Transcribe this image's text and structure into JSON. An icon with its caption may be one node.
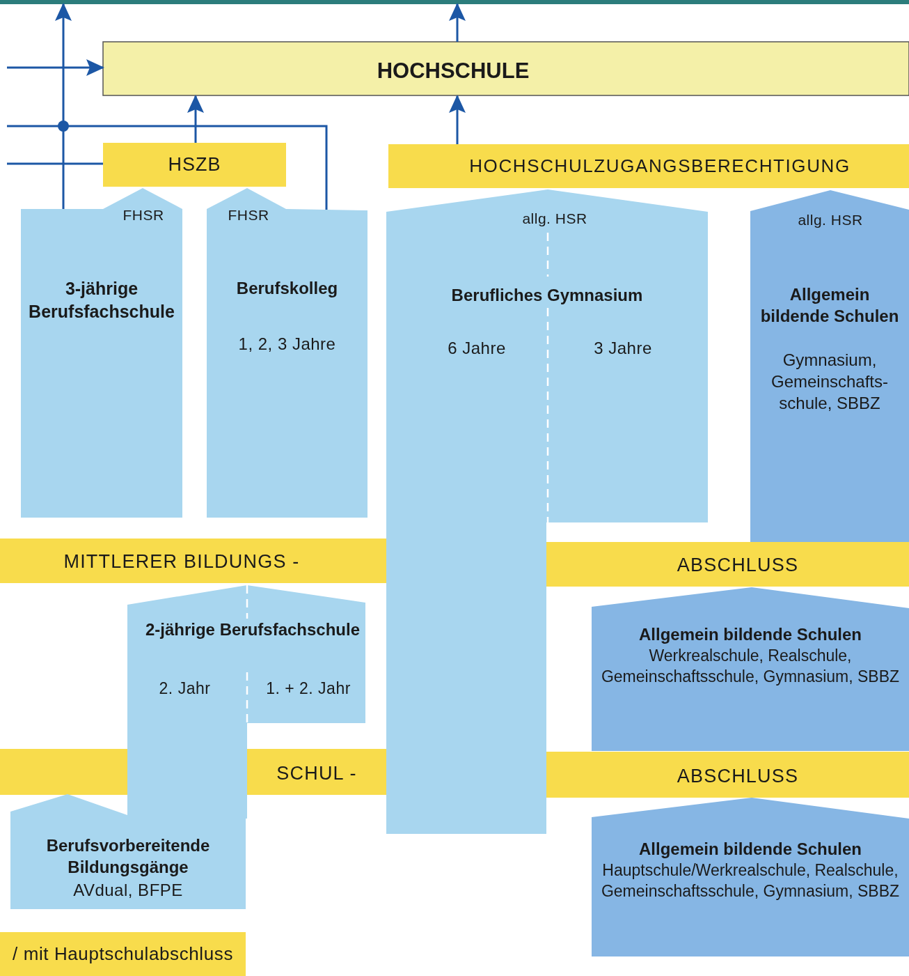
{
  "diagram": {
    "nodes": [
      {
        "text": [
          "HOCHSCHULE"
        ]
      },
      {
        "text": [
          "HSZB"
        ]
      },
      {
        "text": [
          "HOCHSCHULZUGANGSBERECHTIGUNG"
        ]
      },
      {
        "text": [
          "FHSR",
          "3-jährige Berufsfachschule"
        ]
      },
      {
        "text": [
          "FHSR",
          "Berufskolleg",
          "1, 2, 3 Jahre"
        ]
      },
      {
        "text": [
          "allg. HSR",
          "Berufliches Gymnasium",
          "6 Jahre",
          "3 Jahre"
        ]
      },
      {
        "text": [
          "allg. HSR",
          "Allgemein bildende Schulen",
          "Gymnasium, Gemeinschafts-schule, SBBZ"
        ]
      },
      {
        "text": [
          "MITTLERER BILDUNGS -"
        ]
      },
      {
        "text": [
          "ABSCHLUSS"
        ]
      },
      {
        "text": [
          "2-jährige Berufsfachschule",
          "2. Jahr",
          "1. + 2. Jahr"
        ]
      },
      {
        "text": [
          "Allgemein bildende Schulen",
          "Werkrealschule, Realschule, Gemeinschaftsschule, Gymnasium, SBBZ"
        ]
      },
      {
        "text": [
          "SCHUL -"
        ]
      },
      {
        "text": [
          "ABSCHLUSS"
        ]
      },
      {
        "text": [
          "Berufsvorbereitende Bildungsgänge",
          "AVdual, BFPE"
        ]
      },
      {
        "text": [
          "Allgemein bildende Schulen",
          "Hauptschule/Werkrealschule, Realschule, Gemeinschaftsschule, Gymnasium, SBBZ"
        ]
      },
      {
        "text": [
          "/ mit Hauptschulabschluss"
        ]
      }
    ],
    "edges": [
      {
        "from": 3,
        "to": null,
        "arrow": "to"
      },
      {
        "from": 0,
        "to": null,
        "arrow": "to"
      },
      {
        "from": 1,
        "to": 0,
        "arrow": "to"
      },
      {
        "from": 2,
        "to": 0,
        "arrow": "to"
      },
      {
        "from": null,
        "to": 0,
        "arrow": "to"
      },
      {
        "from": null,
        "to": 1,
        "arrow": "none"
      },
      {
        "from": 4,
        "to": null,
        "arrow": "none"
      }
    ]
  }
}
